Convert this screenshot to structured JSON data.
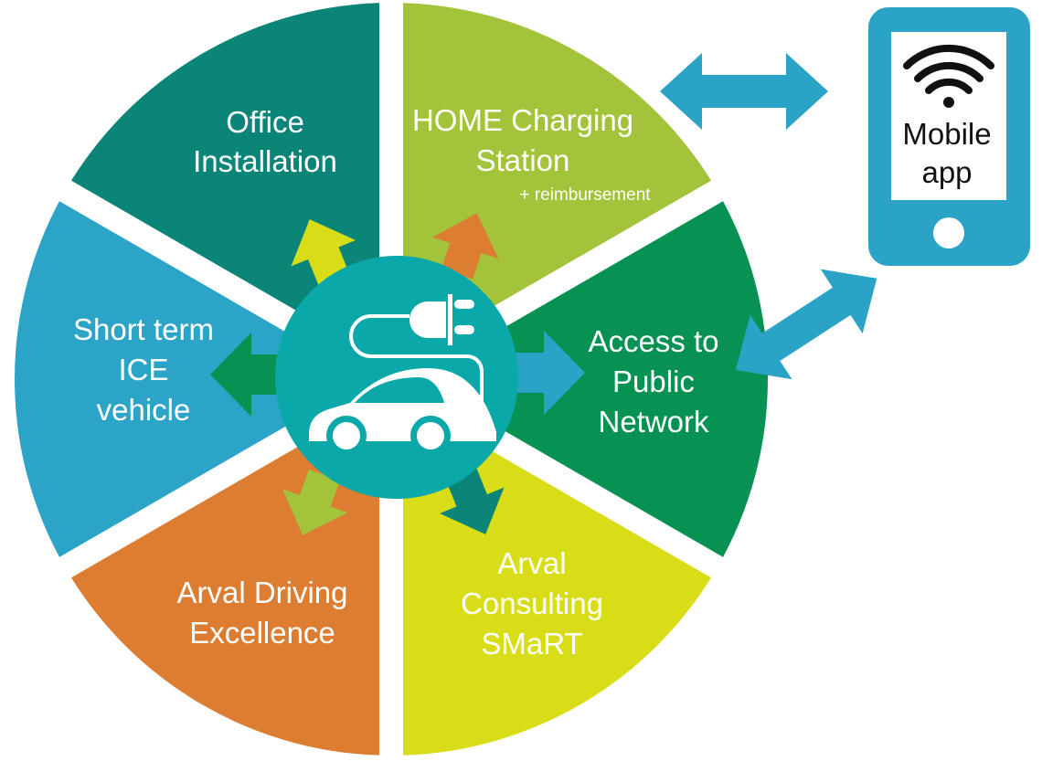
{
  "center": {
    "icon": "electric-car-plug-icon"
  },
  "segments": [
    {
      "id": "office",
      "lines": [
        "Office",
        "Installation"
      ],
      "color": "#0a8577"
    },
    {
      "id": "home",
      "lines": [
        "HOME Charging",
        "Station"
      ],
      "note": "+ reimbursement",
      "color": "#a3c33a"
    },
    {
      "id": "public",
      "lines": [
        "Access to",
        "Public",
        "Network"
      ],
      "color": "#079152"
    },
    {
      "id": "consulting",
      "lines": [
        "Arval",
        "Consulting",
        "SMaRT"
      ],
      "color": "#d9dd18"
    },
    {
      "id": "driving",
      "lines": [
        "Arval Driving",
        "Excellence"
      ],
      "color": "#dd7d32"
    },
    {
      "id": "ice",
      "lines": [
        "Short term",
        "ICE",
        "vehicle"
      ],
      "color": "#2ba4c7"
    }
  ],
  "mobile": {
    "lines": [
      "Mobile",
      "app"
    ],
    "color": "#2aa3c6"
  },
  "colors": {
    "hub": "#0aa8a8",
    "arrow_blue": "#2aa3c6"
  }
}
